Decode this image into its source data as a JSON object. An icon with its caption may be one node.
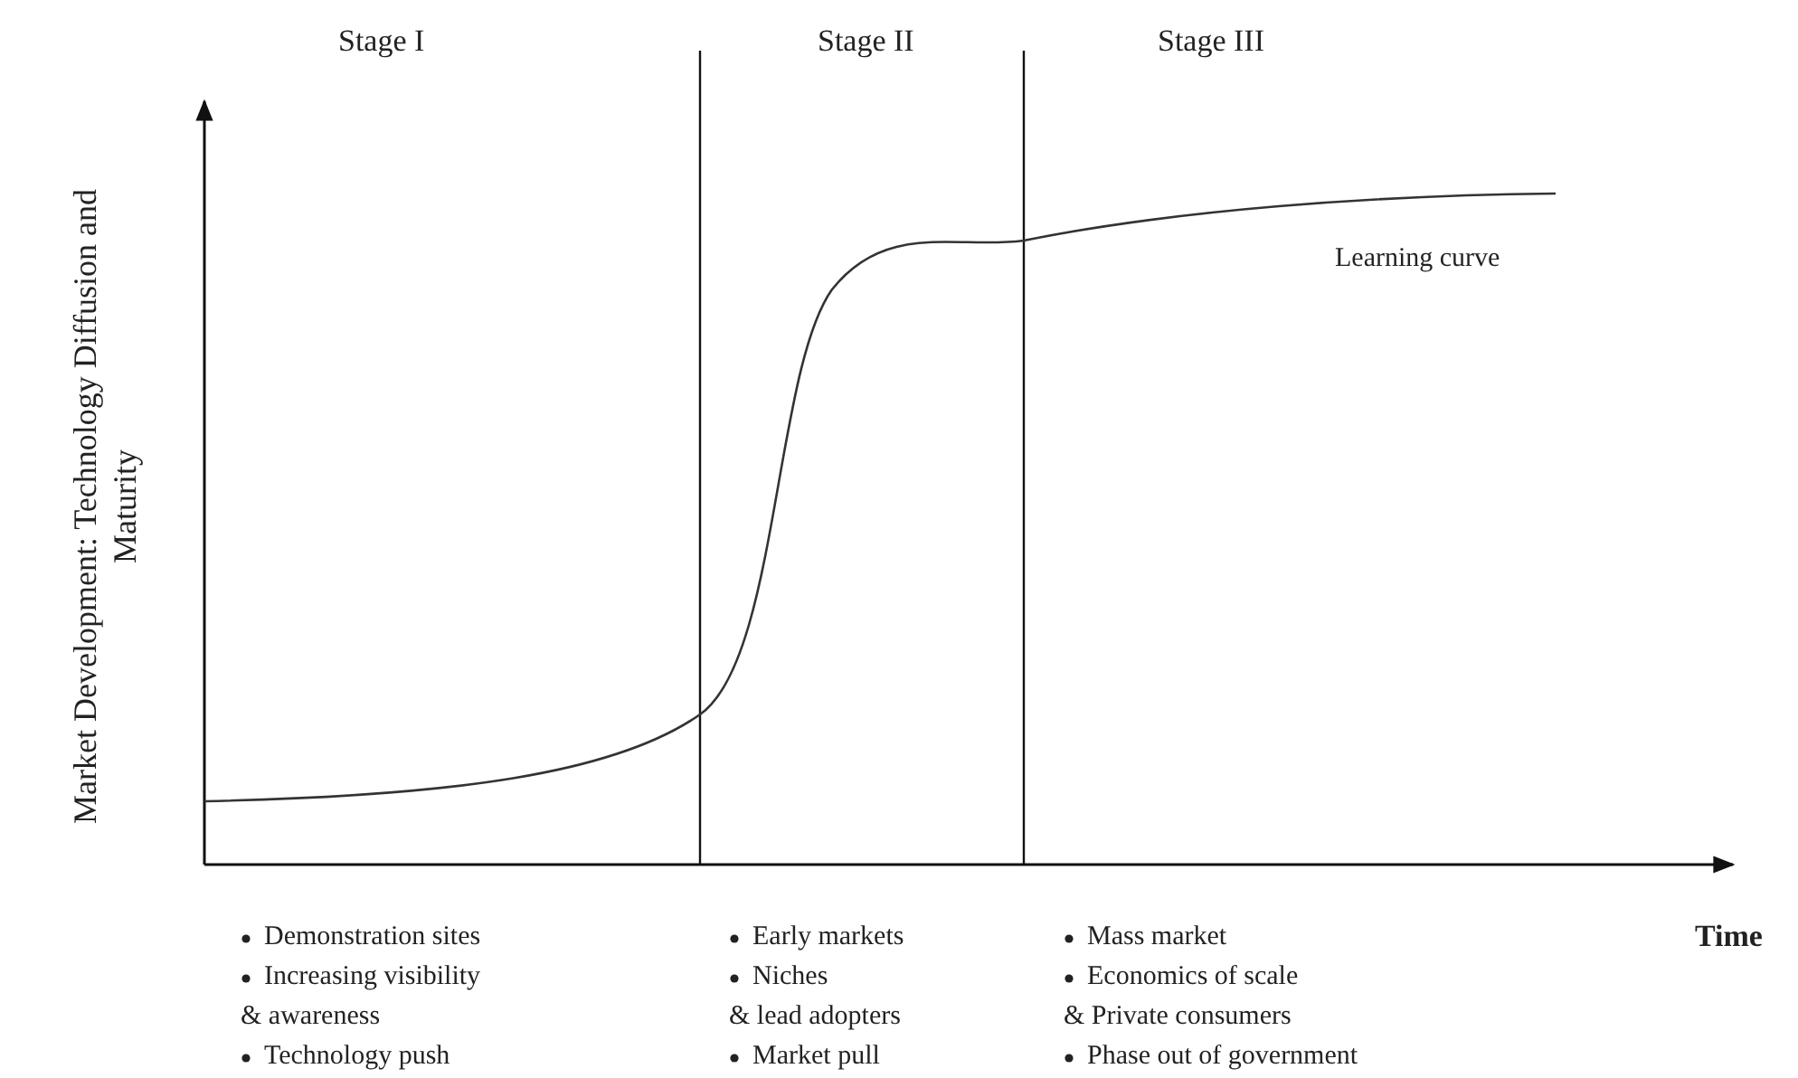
{
  "diagram": {
    "labels": [
      "Stage I",
      "Stage II",
      "Stage III",
      "Market Development: Technology Diffusion and Maturity",
      "Learning curve",
      "Demonstration sites",
      "Increasing visibility",
      "& awareness",
      "Technology push",
      "Early markets",
      "Niches",
      "& lead adopters",
      "Market pull",
      "Mass market",
      "Economics of scale",
      "& Private consumers",
      "Phase out of government",
      "Time"
    ]
  }
}
